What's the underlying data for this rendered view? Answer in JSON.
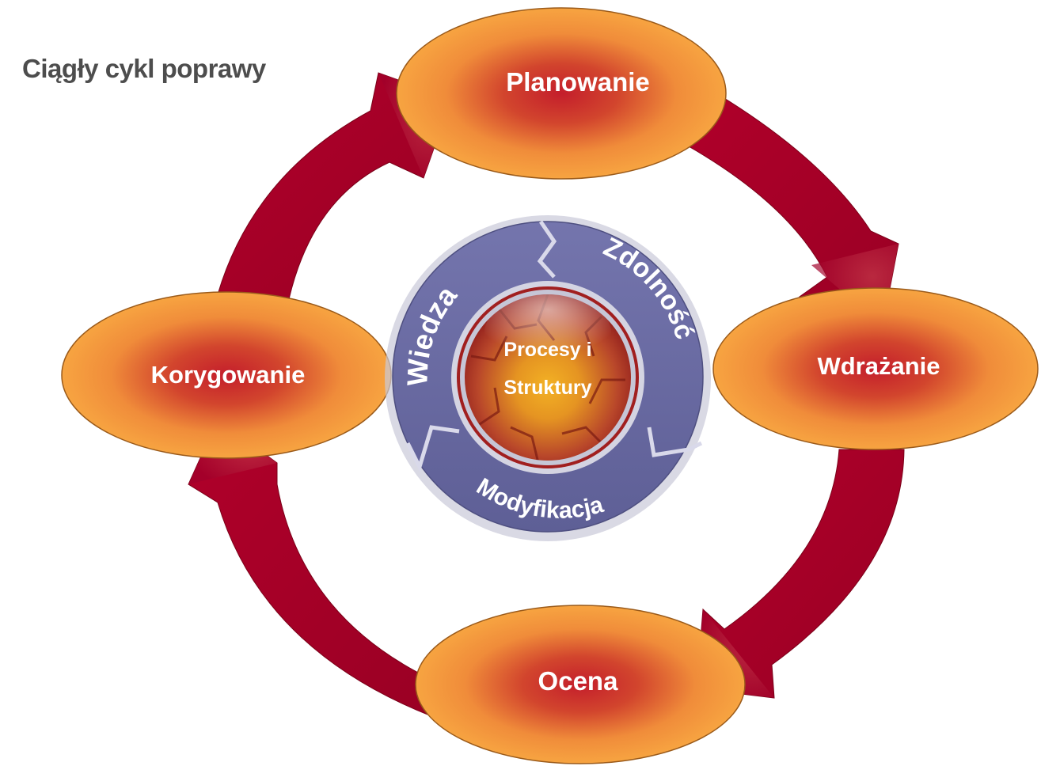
{
  "title": "Ciągły cykl poprawy",
  "cycle": {
    "planning": "Planowanie",
    "implementation": "Wdrażanie",
    "evaluation": "Ocena",
    "correction": "Korygowanie"
  },
  "inner_ring": {
    "knowledge": "Wiedza",
    "capability": "Zdolność",
    "modification": "Modyfikacja"
  },
  "core": {
    "line1": "Procesy i",
    "line2": "Struktury"
  },
  "colors": {
    "arrow": "#b0002a",
    "ellipse_outer": "#f7a441",
    "ellipse_inner": "#c41e2c",
    "ring": "#6b6ca3",
    "core_outer": "#8e1b1b",
    "core_inner": "#e8a11f",
    "title": "#4d4d4d"
  }
}
